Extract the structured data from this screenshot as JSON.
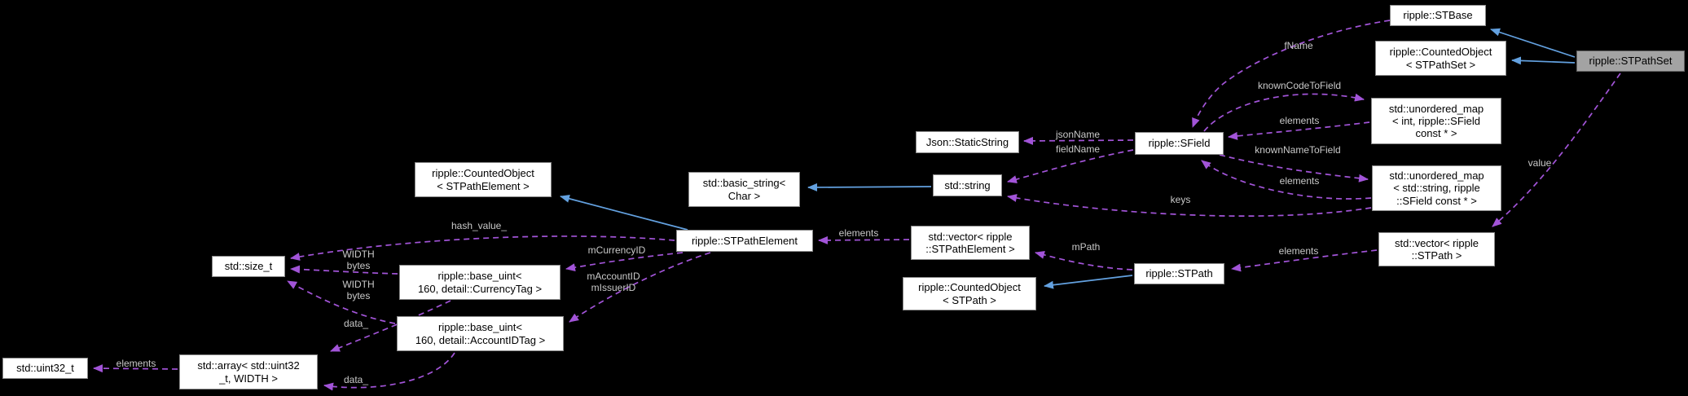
{
  "diagram": {
    "type": "class-collaboration-graph",
    "highlighted_node": "ripple::STPathSet",
    "colors": {
      "background": "#000000",
      "inheritance_arrow": "#63a1e0",
      "usage_arrow": "#a254d8",
      "node_bg": "#ffffff",
      "node_border": "#8a8a8a",
      "highlight_node_bg": "#a3a3a3",
      "edge_label_text": "#c9c9c9"
    },
    "nodes": {
      "stbase": {
        "label": "ripple::STBase"
      },
      "co_stpathset": {
        "line1": "ripple::CountedObject",
        "line2": "< STPathSet >"
      },
      "stpathset": {
        "label": "ripple::STPathSet"
      },
      "map_int": {
        "line1": "std::unordered_map",
        "line2": "< int, ripple::SField",
        "line3": "const * >"
      },
      "json_staticstring": {
        "label": "Json::StaticString"
      },
      "sfield": {
        "label": "ripple::SField"
      },
      "map_string": {
        "line1": "std::unordered_map",
        "line2": "< std::string, ripple",
        "line3": "::SField const * >"
      },
      "basic_string": {
        "line1": "std::basic_string<",
        "line2": "Char >"
      },
      "std_string": {
        "label": "std::string"
      },
      "co_stpathelement": {
        "line1": "ripple::CountedObject",
        "line2": "< STPathElement >"
      },
      "stpathelement": {
        "label": "ripple::STPathElement"
      },
      "vec_stpathelement": {
        "line1": "std::vector< ripple",
        "line2": "::STPathElement >"
      },
      "vec_stpath": {
        "line1": "std::vector< ripple",
        "line2": "::STPath >"
      },
      "stpath": {
        "label": "ripple::STPath"
      },
      "co_stpath": {
        "line1": "ripple::CountedObject",
        "line2": "< STPath >"
      },
      "size_t": {
        "label": "std::size_t"
      },
      "base_uint_currency": {
        "line1": "ripple::base_uint<",
        "line2": "160, detail::CurrencyTag >"
      },
      "base_uint_account": {
        "line1": "ripple::base_uint<",
        "line2": "160, detail::AccountIDTag >"
      },
      "uint32_t": {
        "label": "std::uint32_t"
      },
      "std_array": {
        "line1": "std::array< std::uint32",
        "line2": "_t, WIDTH >"
      }
    },
    "edge_labels": {
      "fname": "fName",
      "known_code_to_field": "knownCodeToField",
      "elements_map_int": "elements",
      "known_name_to_field": "knownNameToField",
      "elements_map_string": "elements",
      "value": "value",
      "keys": "keys",
      "jsonname": "jsonName",
      "fieldname": "fieldName",
      "elements_vec_stpath": "elements",
      "mpath": "mPath",
      "elements_vec_stpathelement": "elements",
      "hash_value": "hash_value_",
      "mcurrencyid": "mCurrencyID",
      "maccountid_line1": "mAccountID",
      "maccountid_line2": "mIssuerID",
      "width_bytes_1_line1": "WIDTH",
      "width_bytes_1_line2": "bytes",
      "width_bytes_2_line1": "WIDTH",
      "width_bytes_2_line2": "bytes",
      "data_1": "data_",
      "data_2": "data_",
      "elements_array": "elements"
    }
  }
}
